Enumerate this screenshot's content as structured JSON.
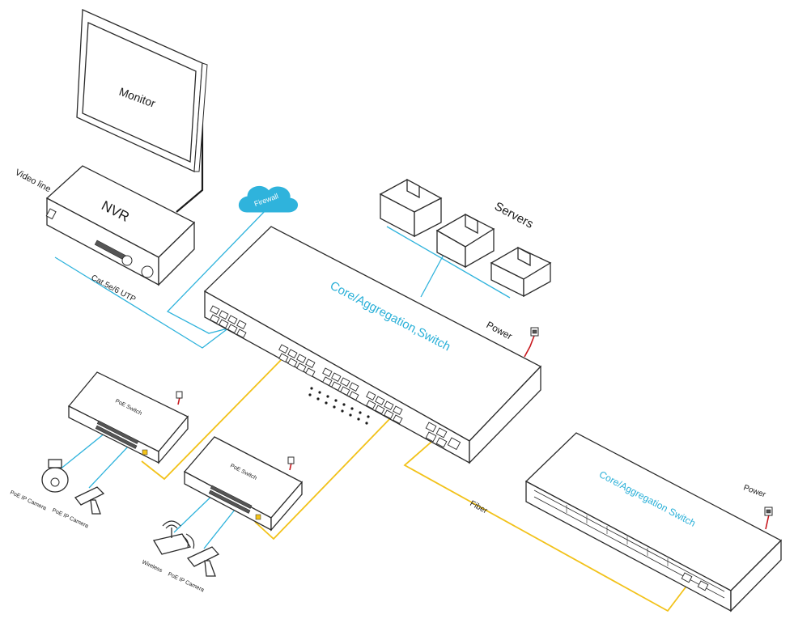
{
  "labels": {
    "monitor": "Monitor",
    "nvr": "NVR",
    "video_line": "Video line",
    "cable": "Cat.5e/6 UTP",
    "firewall": "Firewall",
    "servers": "Servers",
    "core_switch": "Core/Aggregation,Switch",
    "power_main": "Power",
    "poe_switch_1": "PoE Switch",
    "poe_switch_2": "PoE Switch",
    "poe_cam_1": "PoE IP Camera",
    "poe_cam_2": "PoE IP Camera",
    "wireless": "Wireless",
    "poe_cam_3": "PoE IP Camera",
    "fiber": "Fiber",
    "core_switch_2": "Core/Aggregation Switch",
    "power_2": "Power"
  },
  "colors": {
    "utp_line": "#2fb3dc",
    "fiber_line": "#f2c21a",
    "power_line": "#c8181e",
    "label_accent": "#2ab0d8"
  }
}
